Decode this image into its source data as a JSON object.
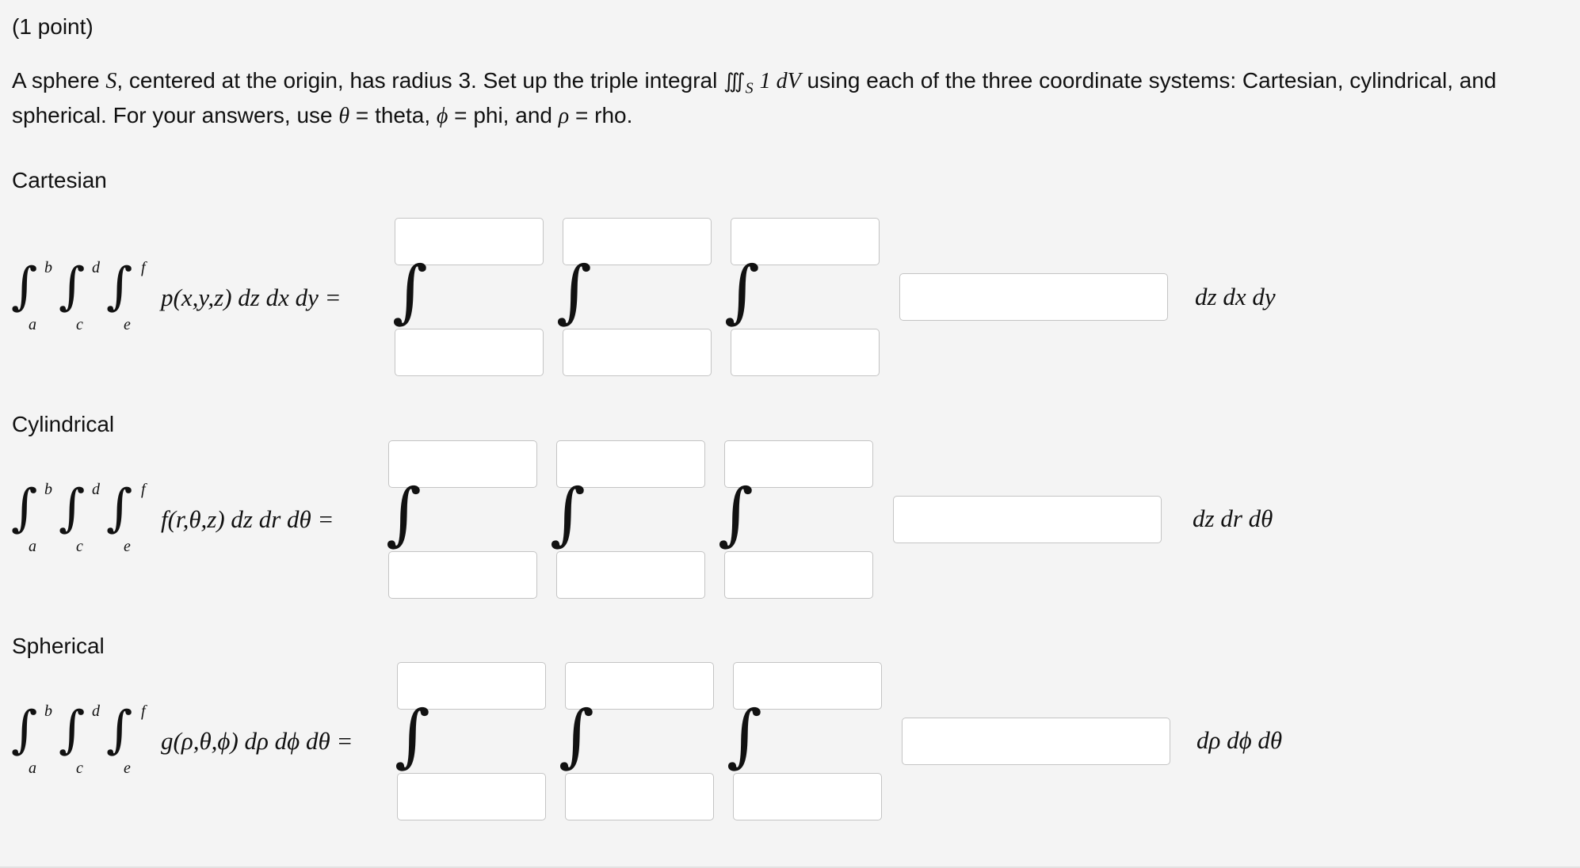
{
  "points": "(1 point)",
  "intro": {
    "line1_a": "A sphere ",
    "S": "S",
    "line1_b": ", centered at the origin, has radius 3. Set up the triple integral ",
    "iiint": "∭",
    "sub_S": "S",
    "integrand": "1 dV",
    "line1_c": " using each of the three coordinate systems: Cartesian, cylindrical, and",
    "line2_a": "spherical. For your answers, use ",
    "theta": "θ",
    "eq_theta": " = theta, ",
    "phi": "ϕ",
    "eq_phi": " = phi, and ",
    "rho": "ρ",
    "eq_rho": " = rho."
  },
  "sections": [
    {
      "heading": "Cartesian",
      "limits": {
        "b": "b",
        "a": "a",
        "d": "d",
        "c": "c",
        "f": "f",
        "e": "e"
      },
      "lhs": "p(x,y,z) dz dx dy =",
      "differential": "dz dx dy",
      "inputs": {
        "upper": [
          "",
          "",
          ""
        ],
        "lower": [
          "",
          "",
          ""
        ],
        "integrand": ""
      }
    },
    {
      "heading": "Cylindrical",
      "limits": {
        "b": "b",
        "a": "a",
        "d": "d",
        "c": "c",
        "f": "f",
        "e": "e"
      },
      "lhs": "f(r,θ,z) dz dr dθ =",
      "differential": "dz dr dθ",
      "inputs": {
        "upper": [
          "",
          "",
          ""
        ],
        "lower": [
          "",
          "",
          ""
        ],
        "integrand": ""
      }
    },
    {
      "heading": "Spherical",
      "limits": {
        "b": "b",
        "a": "a",
        "d": "d",
        "c": "c",
        "f": "f",
        "e": "e"
      },
      "lhs": "g(ρ,θ,ϕ) dρ dϕ dθ =",
      "differential": "dρ dϕ dθ",
      "inputs": {
        "upper": [
          "",
          "",
          ""
        ],
        "lower": [
          "",
          "",
          ""
        ],
        "integrand": ""
      }
    }
  ],
  "integral_sign": "∫"
}
